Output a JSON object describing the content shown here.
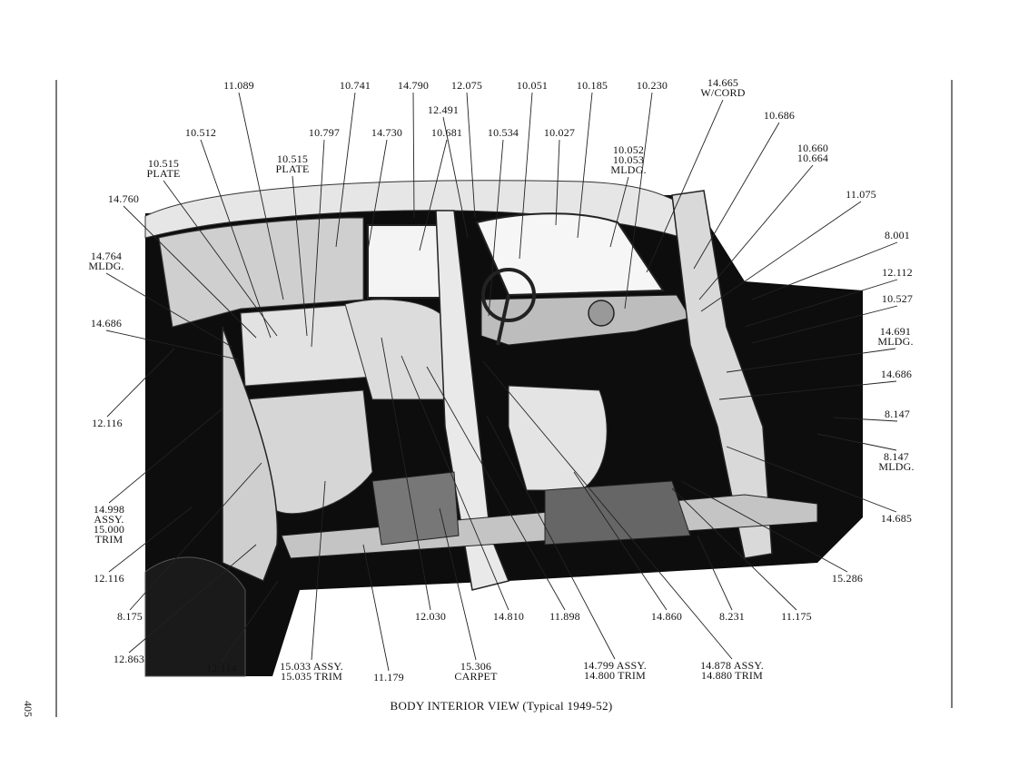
{
  "figure": {
    "caption": "BODY INTERIOR VIEW (Typical 1949-52)",
    "page_number": "405"
  },
  "callouts": [
    {
      "id": "c01",
      "text": "11.089"
    },
    {
      "id": "c02",
      "text": "10.741"
    },
    {
      "id": "c03",
      "text": "14.790"
    },
    {
      "id": "c04",
      "text": "12.075"
    },
    {
      "id": "c05",
      "text": "10.051"
    },
    {
      "id": "c06",
      "text": "10.185"
    },
    {
      "id": "c07",
      "text": "10.230"
    },
    {
      "id": "c08",
      "text": "14.665\nW/CORD"
    },
    {
      "id": "c09",
      "text": "12.491"
    },
    {
      "id": "c10",
      "text": "10.512"
    },
    {
      "id": "c11",
      "text": "10.797"
    },
    {
      "id": "c12",
      "text": "14.730"
    },
    {
      "id": "c13",
      "text": "10.681"
    },
    {
      "id": "c14",
      "text": "10.534"
    },
    {
      "id": "c15",
      "text": "10.027"
    },
    {
      "id": "c16",
      "text": "10.686"
    },
    {
      "id": "c17",
      "text": "10.515\nPLATE"
    },
    {
      "id": "c18",
      "text": "10.515\nPLATE"
    },
    {
      "id": "c19",
      "text": "10.052\n10.053\nMLDG."
    },
    {
      "id": "c20",
      "text": "10.660\n10.664"
    },
    {
      "id": "c21",
      "text": "14.760"
    },
    {
      "id": "c22",
      "text": "11.075"
    },
    {
      "id": "c23",
      "text": "8.001"
    },
    {
      "id": "c24",
      "text": "14.764\nMLDG."
    },
    {
      "id": "c25",
      "text": "12.112"
    },
    {
      "id": "c26",
      "text": "10.527"
    },
    {
      "id": "c27",
      "text": "14.686"
    },
    {
      "id": "c28",
      "text": "14.691\nMLDG."
    },
    {
      "id": "c29",
      "text": "14.686"
    },
    {
      "id": "c30",
      "text": "12.116"
    },
    {
      "id": "c31",
      "text": "8.147"
    },
    {
      "id": "c32",
      "text": "8.147\nMLDG."
    },
    {
      "id": "c33",
      "text": "14.998\nASSY.\n15.000\nTRIM"
    },
    {
      "id": "c34",
      "text": "14.685"
    },
    {
      "id": "c35",
      "text": "12.116"
    },
    {
      "id": "c36",
      "text": "15.286"
    },
    {
      "id": "c37",
      "text": "8.175"
    },
    {
      "id": "c38",
      "text": "12.030"
    },
    {
      "id": "c39",
      "text": "14.810"
    },
    {
      "id": "c40",
      "text": "11.898"
    },
    {
      "id": "c41",
      "text": "14.860"
    },
    {
      "id": "c42",
      "text": "8.231"
    },
    {
      "id": "c43",
      "text": "11.175"
    },
    {
      "id": "c44",
      "text": "12.863"
    },
    {
      "id": "c45",
      "text": "12.114"
    },
    {
      "id": "c46",
      "text": "15.033 ASSY.\n15.035 TRIM"
    },
    {
      "id": "c47",
      "text": "11.179"
    },
    {
      "id": "c48",
      "text": "15.306\nCARPET"
    },
    {
      "id": "c49",
      "text": "14.799 ASSY.\n14.800 TRIM"
    },
    {
      "id": "c50",
      "text": "14.878 ASSY.\n14.880 TRIM"
    }
  ]
}
